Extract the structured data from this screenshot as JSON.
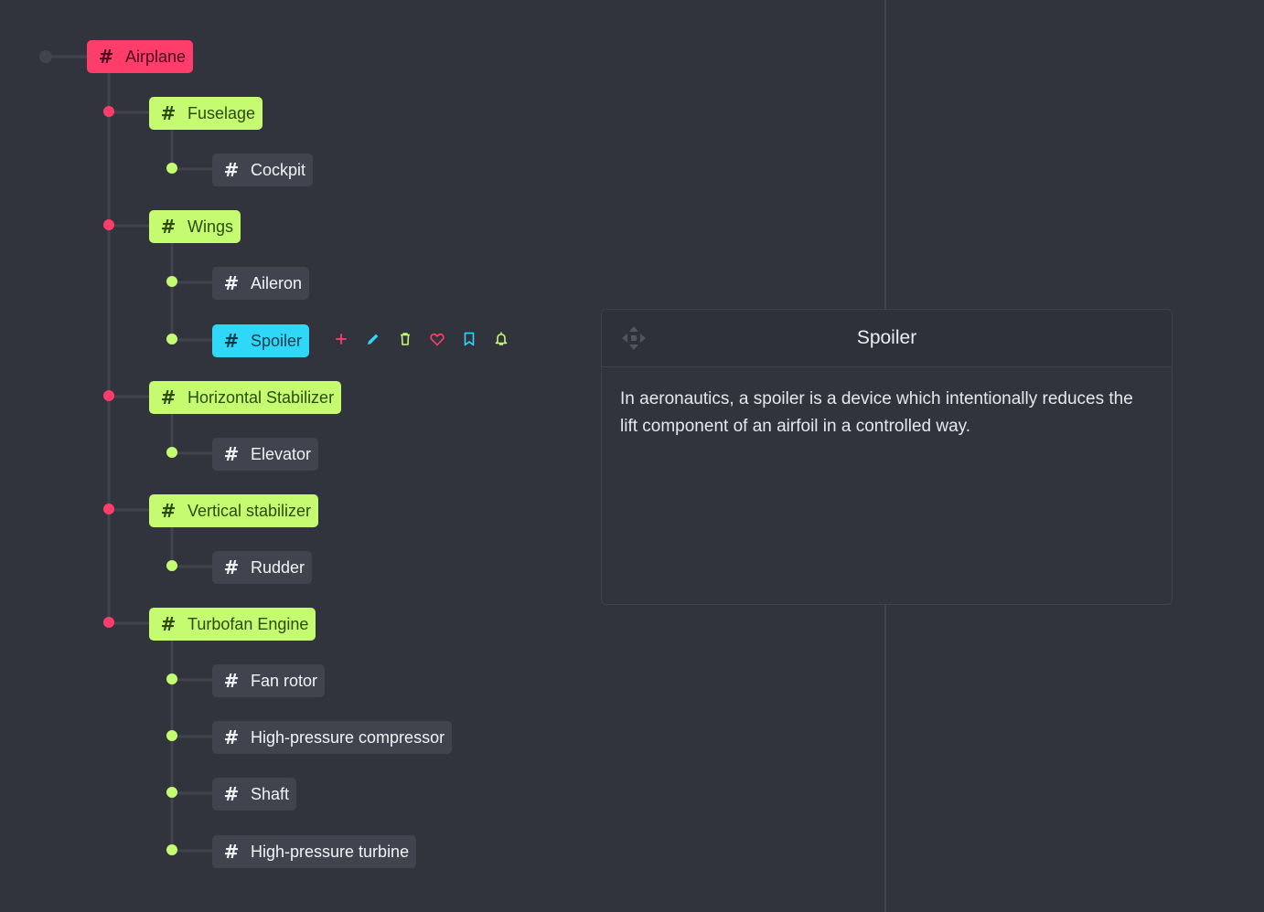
{
  "colors": {
    "background": "#31343d",
    "root": "#ff3d6b",
    "level1": "#c5fb71",
    "level2": "#41444e",
    "selected": "#2fd7f8",
    "connector": "#41444d"
  },
  "tree": {
    "root": {
      "label": "Airplane",
      "icon": "hash-icon"
    },
    "fuselage": {
      "label": "Fuselage"
    },
    "cockpit": {
      "label": "Cockpit"
    },
    "wings": {
      "label": "Wings"
    },
    "aileron": {
      "label": "Aileron"
    },
    "spoiler": {
      "label": "Spoiler",
      "selected": true
    },
    "horizontal_stabilizer": {
      "label": "Horizontal Stabilizer"
    },
    "elevator": {
      "label": "Elevator"
    },
    "vertical_stabilizer": {
      "label": "Vertical stabilizer"
    },
    "rudder": {
      "label": "Rudder"
    },
    "turbofan_engine": {
      "label": "Turbofan Engine"
    },
    "fan_rotor": {
      "label": "Fan rotor"
    },
    "hp_compressor": {
      "label": "High-pressure compressor"
    },
    "shaft": {
      "label": "Shaft"
    },
    "hp_turbine": {
      "label": "High-pressure turbine"
    }
  },
  "node_actions": [
    {
      "name": "add",
      "icon": "plus-icon",
      "color": "#ff3d6b"
    },
    {
      "name": "edit",
      "icon": "pencil-icon",
      "color": "#2fd7f8"
    },
    {
      "name": "delete",
      "icon": "trash-icon",
      "color": "#c5fb71"
    },
    {
      "name": "favorite",
      "icon": "heart-icon",
      "color": "#ff3d6b"
    },
    {
      "name": "bookmark",
      "icon": "bookmark-icon",
      "color": "#2fd7f8"
    },
    {
      "name": "notify",
      "icon": "bell-icon",
      "color": "#c5fb71"
    }
  ],
  "detail_panel": {
    "title": "Spoiler",
    "description": "In aeronautics, a spoiler is a device which intentionally reduces the lift component of an airfoil in a controlled way.",
    "drag_icon": "move-arrows-icon"
  }
}
